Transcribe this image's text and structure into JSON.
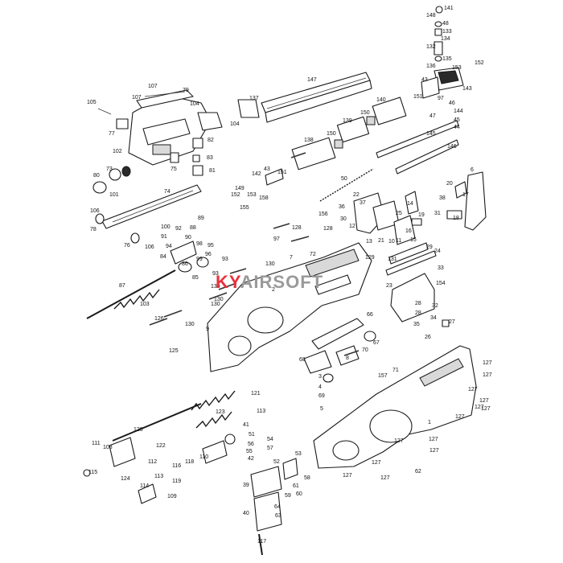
{
  "watermark": {
    "part1": "KY",
    "part2": "AIRSOFT",
    "color1": "#e8323c",
    "color2": "#9a9a9a"
  },
  "colors": {
    "ink": "#1a1a1a",
    "background": "#ffffff"
  },
  "callouts": [
    "141",
    "148",
    "48",
    "133",
    "134",
    "132",
    "135",
    "136",
    "152",
    "153",
    "143",
    "147",
    "43",
    "151",
    "97",
    "46",
    "144",
    "45",
    "44",
    "47",
    "137",
    "140",
    "150",
    "139",
    "150",
    "145",
    "146",
    "138",
    "43",
    "151",
    "142",
    "149",
    "152",
    "153",
    "155",
    "158",
    "50",
    "107",
    "107",
    "79",
    "105",
    "104",
    "104",
    "77",
    "82",
    "83",
    "102",
    "75",
    "81",
    "73",
    "80",
    "101",
    "74",
    "106",
    "78",
    "76",
    "106",
    "6",
    "20",
    "38",
    "17",
    "18",
    "19",
    "31",
    "22",
    "37",
    "36",
    "14",
    "30",
    "25",
    "12",
    "21",
    "10",
    "11",
    "15",
    "13",
    "16",
    "156",
    "97",
    "128",
    "128",
    "72",
    "7",
    "130",
    "129",
    "131",
    "29",
    "24",
    "33",
    "154",
    "23",
    "28",
    "32",
    "28",
    "35",
    "34",
    "27",
    "26",
    "100",
    "92",
    "89",
    "88",
    "91",
    "90",
    "94",
    "98",
    "95",
    "84",
    "96",
    "86",
    "93",
    "99",
    "85",
    "93",
    "130",
    "87",
    "130",
    "103",
    "130",
    "126",
    "130",
    "9",
    "2",
    "66",
    "68",
    "70",
    "8",
    "67",
    "125",
    "3",
    "4",
    "69",
    "5",
    "157",
    "71",
    "127",
    "127",
    "127",
    "127",
    "127",
    "1",
    "121",
    "123",
    "113",
    "41",
    "51",
    "54",
    "56",
    "57",
    "55",
    "52",
    "53",
    "42",
    "58",
    "61",
    "60",
    "59",
    "39",
    "64",
    "40",
    "63",
    "120",
    "111",
    "108",
    "122",
    "110",
    "118",
    "116",
    "119",
    "115",
    "124",
    "112",
    "113",
    "114",
    "109",
    "117",
    "62",
    "127",
    "127",
    "127",
    "127",
    "127",
    "127",
    "127",
    "127",
    "127"
  ]
}
